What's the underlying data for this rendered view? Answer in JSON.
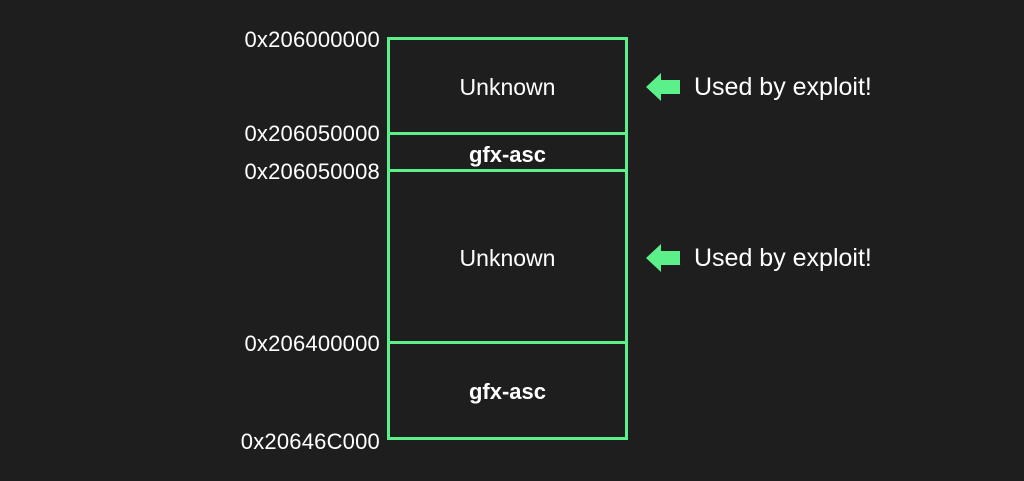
{
  "colors": {
    "background": "#1e1e1e",
    "accent": "#5cf08a",
    "text": "#ffffff"
  },
  "addresses": [
    "0x206000000",
    "0x206050000",
    "0x206050008",
    "0x206400000",
    "0x20646C000"
  ],
  "regions": [
    {
      "label": "Unknown"
    },
    {
      "label": "gfx-asc"
    },
    {
      "label": "Unknown"
    },
    {
      "label": "gfx-asc"
    }
  ],
  "notes": [
    {
      "text": "Used by exploit!",
      "icon": "arrow-left-icon"
    },
    {
      "text": "Used by exploit!",
      "icon": "arrow-left-icon"
    }
  ]
}
